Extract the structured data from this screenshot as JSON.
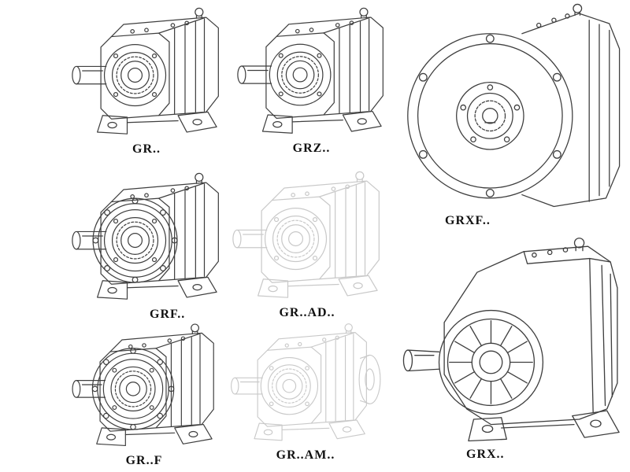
{
  "page": {
    "background_color": "#ffffff",
    "line_color": "#3f3f3f",
    "faded_line_color": "#c9c9c9",
    "label_color": "#111111"
  },
  "figures": [
    {
      "id": "gr",
      "label": "GR..",
      "rendering": "solid"
    },
    {
      "id": "grz",
      "label": "GRZ..",
      "rendering": "solid"
    },
    {
      "id": "grxf",
      "label": "GRXF..",
      "rendering": "solid"
    },
    {
      "id": "grf",
      "label": "GRF..",
      "rendering": "solid"
    },
    {
      "id": "gr_ad",
      "label": "GR..AD..",
      "rendering": "faded"
    },
    {
      "id": "gr_f",
      "label": "GR..F",
      "rendering": "solid"
    },
    {
      "id": "gr_am",
      "label": "GR..AM..",
      "rendering": "faded"
    },
    {
      "id": "grx",
      "label": "GRX..",
      "rendering": "solid"
    }
  ]
}
